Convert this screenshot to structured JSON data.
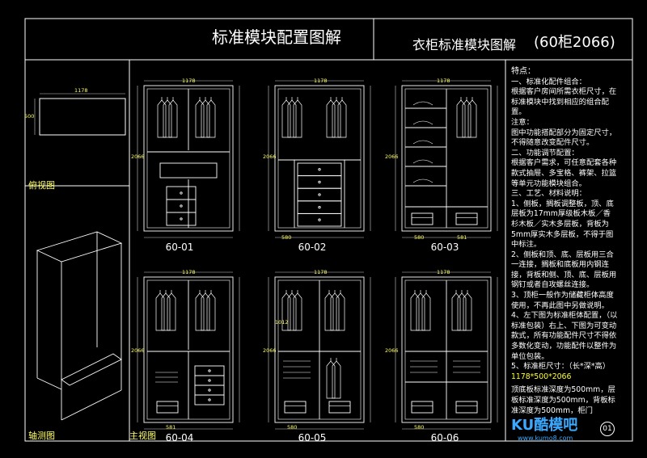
{
  "header": {
    "main_title": "标准模块配置图解",
    "sub_title": "衣柜标准模块图解",
    "model": "(60柜2066)"
  },
  "views": {
    "top_view": "俯视图",
    "axon_view": "轴测图",
    "front_view": "主视图"
  },
  "dims": {
    "width_total": "1178",
    "height_total": "2066",
    "top_depth": "500",
    "hang_height": "1012",
    "col_left": "580",
    "col_right": "581"
  },
  "cabinets": [
    {
      "label": "60-01"
    },
    {
      "label": "60-02"
    },
    {
      "label": "60-03"
    },
    {
      "label": "60-04"
    },
    {
      "label": "60-05"
    },
    {
      "label": "60-06"
    }
  ],
  "notes": {
    "heading": "特点：",
    "lines": [
      "一、标准化配件组合：",
      "根据客户房间所需衣柜尺寸，在标准模块中找到相应的组合配置。",
      "注意：",
      "图中功能搭配部分为固定尺寸，不得随意改变配件尺寸。",
      "二、功能调节配置：",
      "根据客户需求，可任意配套各种款式抽屉、多宝格、裤架、拉篮等单元功能模块组合。",
      "三、工艺、材料说明：",
      "1、侧板，搁板调整板，顶、底层板为17mm厚级板木板／香杉木板／实木多层板，背板为5mm厚实木多层板，不得于图中标注。",
      "2、侧板和顶、底、层板用三合一连接，搁板和底板用内钢连接，背板和侧、顶、底、层板用钢钉或者自攻螺丝连接。",
      "3、顶柜一般作为储藏柜体高度使用，不再此图中另做说明。",
      "4、左下图为标准柜体配置，（以标准包装）右上、下图为可变动款式，所有功能配件尺寸不得依多数化变动，功能配件以整件为单位包装。",
      "5、标准柜尺寸：（长*深*高）"
    ],
    "size_value": "1178*500*2066",
    "bottom_lines": [
      "顶底板标准深度为500mm，层板标准深度为500mm，背板标准深度为500mm，柜门"
    ]
  },
  "watermark": {
    "text": "KU酷模吧",
    "url": "www.kumo8.com",
    "page": "01"
  }
}
